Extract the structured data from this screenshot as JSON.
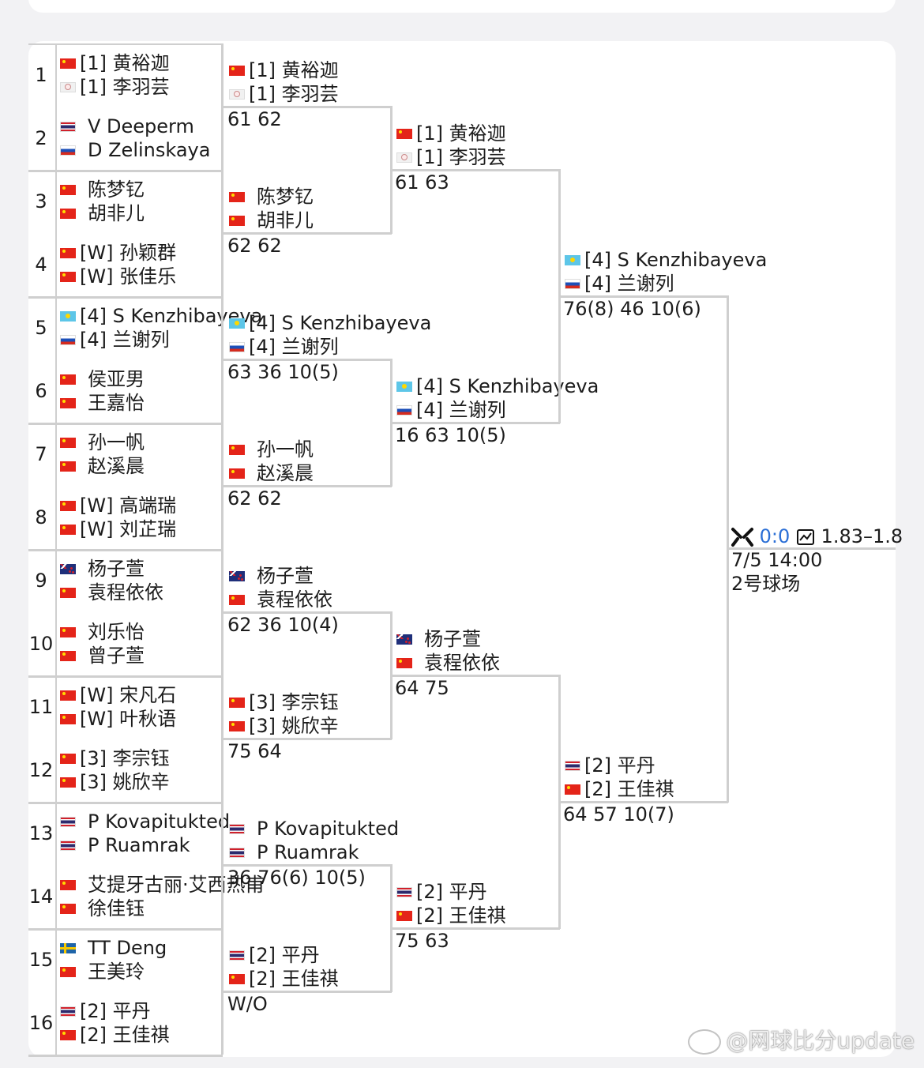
{
  "draw": {
    "round1": [
      {
        "number": "1",
        "p1": {
          "name": "[1] 黄裕迦",
          "flag": "cn"
        },
        "p2": {
          "name": "[1] 李羽芸",
          "flag": "tw"
        }
      },
      {
        "number": "2",
        "p1": {
          "name": "V Deeperm",
          "flag": "th"
        },
        "p2": {
          "name": "D Zelinskaya",
          "flag": "ru"
        }
      },
      {
        "number": "3",
        "p1": {
          "name": "陈梦钇",
          "flag": "cn"
        },
        "p2": {
          "name": "胡非儿",
          "flag": "cn"
        }
      },
      {
        "number": "4",
        "p1": {
          "name": "[W] 孙颖群",
          "flag": "cn"
        },
        "p2": {
          "name": "[W] 张佳乐",
          "flag": "cn"
        }
      },
      {
        "number": "5",
        "p1": {
          "name": "[4] S Kenzhibayeva",
          "flag": "kz"
        },
        "p2": {
          "name": "[4] 兰谢列",
          "flag": "ru"
        }
      },
      {
        "number": "6",
        "p1": {
          "name": "侯亚男",
          "flag": "cn"
        },
        "p2": {
          "name": "王嘉怡",
          "flag": "cn"
        }
      },
      {
        "number": "7",
        "p1": {
          "name": "孙一帆",
          "flag": "cn"
        },
        "p2": {
          "name": "赵溪晨",
          "flag": "cn"
        }
      },
      {
        "number": "8",
        "p1": {
          "name": "[W] 高端瑞",
          "flag": "cn"
        },
        "p2": {
          "name": "[W] 刘芷瑞",
          "flag": "cn"
        }
      },
      {
        "number": "9",
        "p1": {
          "name": "杨子萱",
          "flag": "nz"
        },
        "p2": {
          "name": "袁程依依",
          "flag": "cn"
        }
      },
      {
        "number": "10",
        "p1": {
          "name": "刘乐怡",
          "flag": "cn"
        },
        "p2": {
          "name": "曾子萱",
          "flag": "cn"
        }
      },
      {
        "number": "11",
        "p1": {
          "name": "[W] 宋凡石",
          "flag": "cn"
        },
        "p2": {
          "name": "[W] 叶秋语",
          "flag": "cn"
        }
      },
      {
        "number": "12",
        "p1": {
          "name": "[3] 李宗钰",
          "flag": "cn"
        },
        "p2": {
          "name": "[3] 姚欣辛",
          "flag": "cn"
        }
      },
      {
        "number": "13",
        "p1": {
          "name": "P Kovapitukted",
          "flag": "th"
        },
        "p2": {
          "name": "P Ruamrak",
          "flag": "th"
        }
      },
      {
        "number": "14",
        "p1": {
          "name": "艾提牙古丽·艾西热甫",
          "flag": "cn"
        },
        "p2": {
          "name": "徐佳钰",
          "flag": "cn"
        }
      },
      {
        "number": "15",
        "p1": {
          "name": "TT Deng",
          "flag": "se"
        },
        "p2": {
          "name": "王美玲",
          "flag": "cn"
        }
      },
      {
        "number": "16",
        "p1": {
          "name": "[2] 平丹",
          "flag": "th"
        },
        "p2": {
          "name": "[2] 王佳祺",
          "flag": "cn"
        }
      }
    ],
    "round2": [
      {
        "p1": {
          "name": "[1] 黄裕迦",
          "flag": "cn"
        },
        "p2": {
          "name": "[1] 李羽芸",
          "flag": "tw"
        },
        "score": "61 62"
      },
      {
        "p1": {
          "name": "陈梦钇",
          "flag": "cn"
        },
        "p2": {
          "name": "胡非儿",
          "flag": "cn"
        },
        "score": "62 62"
      },
      {
        "p1": {
          "name": "[4] S Kenzhibayeva",
          "flag": "kz"
        },
        "p2": {
          "name": "[4] 兰谢列",
          "flag": "ru"
        },
        "score": "63 36 10(5)"
      },
      {
        "p1": {
          "name": "孙一帆",
          "flag": "cn"
        },
        "p2": {
          "name": "赵溪晨",
          "flag": "cn"
        },
        "score": "62 62"
      },
      {
        "p1": {
          "name": "杨子萱",
          "flag": "nz"
        },
        "p2": {
          "name": "袁程依依",
          "flag": "cn"
        },
        "score": "62 36 10(4)"
      },
      {
        "p1": {
          "name": "[3] 李宗钰",
          "flag": "cn"
        },
        "p2": {
          "name": "[3] 姚欣辛",
          "flag": "cn"
        },
        "score": "75 64"
      },
      {
        "p1": {
          "name": "P Kovapitukted",
          "flag": "th"
        },
        "p2": {
          "name": "P Ruamrak",
          "flag": "th"
        },
        "score": "36 76(6) 10(5)"
      },
      {
        "p1": {
          "name": "[2] 平丹",
          "flag": "th"
        },
        "p2": {
          "name": "[2] 王佳祺",
          "flag": "cn"
        },
        "score": "W/O"
      }
    ],
    "quarterfinals": [
      {
        "p1": {
          "name": "[1] 黄裕迦",
          "flag": "cn"
        },
        "p2": {
          "name": "[1] 李羽芸",
          "flag": "tw"
        },
        "score": "61 63"
      },
      {
        "p1": {
          "name": "[4] S Kenzhibayeva",
          "flag": "kz"
        },
        "p2": {
          "name": "[4] 兰谢列",
          "flag": "ru"
        },
        "score": "16 63 10(5)"
      },
      {
        "p1": {
          "name": "杨子萱",
          "flag": "nz"
        },
        "p2": {
          "name": "袁程依依",
          "flag": "cn"
        },
        "score": "64 75"
      },
      {
        "p1": {
          "name": "[2] 平丹",
          "flag": "th"
        },
        "p2": {
          "name": "[2] 王佳祺",
          "flag": "cn"
        },
        "score": "75 63"
      }
    ],
    "semifinals": [
      {
        "p1": {
          "name": "[4] S Kenzhibayeva",
          "flag": "kz"
        },
        "p2": {
          "name": "[4] 兰谢列",
          "flag": "ru"
        },
        "score": "76(8) 46 10(6)"
      },
      {
        "p1": {
          "name": "[2] 平丹",
          "flag": "th"
        },
        "p2": {
          "name": "[2] 王佳祺",
          "flag": "cn"
        },
        "score": "64 57 10(7)"
      }
    ],
    "final": {
      "live_score": "0:0",
      "odds": "1.83–1.8",
      "datetime": "7/5 14:00",
      "court": "2号球场"
    }
  },
  "watermark": "@网球比分update"
}
